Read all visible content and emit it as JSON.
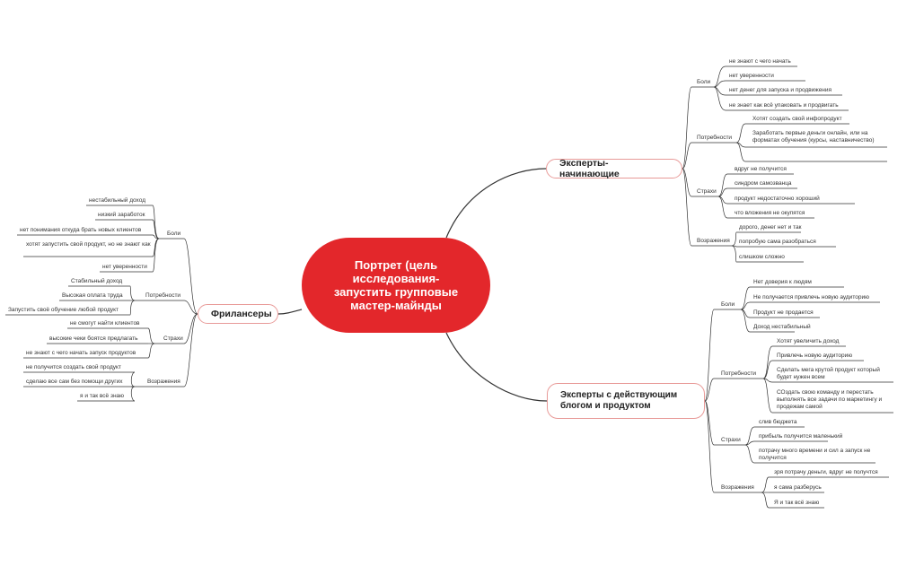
{
  "root": "Портрет (цель исследования- запустить групповые мастер-майнды",
  "branches": {
    "beginners": {
      "title": "Эксперты- начинающие",
      "groups": [
        {
          "label": "Боли",
          "items": [
            "не знают с чего начать",
            "нет уверенности",
            "нет денег для запуска и продвижения",
            "не знает как всё упаковать и продвигать"
          ]
        },
        {
          "label": "Потребности",
          "items": [
            "Хотят создать свой инфопродукт",
            "Заработать первые деньги онлайн, или на форматах обучения (курсы, наставничество)",
            ""
          ]
        },
        {
          "label": "Страхи",
          "items": [
            "вдруг не получится",
            "синдром самозванца",
            "продукт недостаточно хороший",
            "что вложения не окупятся"
          ]
        },
        {
          "label": "Возражения",
          "items": [
            "дорого, денег нет и так",
            "попробую сама разобраться",
            "слишком сложно"
          ]
        }
      ]
    },
    "bloggers": {
      "title": "Эксперты с действующим блогом и продуктом",
      "groups": [
        {
          "label": "Боли",
          "items": [
            "Нет доверия к людям",
            "Не получается привлечь новую аудиторию",
            "Продукт не продается",
            "Доход нестабильный"
          ]
        },
        {
          "label": "Потребности",
          "items": [
            "Хотят увеличить доход",
            "Привлечь новую аудиторию",
            "Сделать мега крутой продукт который будет нужен всем",
            "СОздать свою команду и перестать выполнять все задачи по маркетингу и продежам самой"
          ]
        },
        {
          "label": "Страхи",
          "items": [
            "слив бюджета",
            "прибыль получится маленький",
            "потрачу много времени и сил а запуск не получится"
          ]
        },
        {
          "label": "Возражения",
          "items": [
            "зря потрачу деньги, вдруг не получтся",
            "я сама разберусь",
            "Я и так всё знаю"
          ]
        }
      ]
    },
    "freelancers": {
      "title": "Фрилансеры",
      "groups": [
        {
          "label": "Боли",
          "items": [
            "нестабильный доход",
            "низкий заработок",
            "нет понимания откуда брать новых клиентов",
            "хотят запустить свой продукт, но не знают как",
            "нет уверенности"
          ]
        },
        {
          "label": "Потребности",
          "items": [
            "Стабильный доход",
            "Высокая оплата труда",
            "Запустить своё обучение любой продукт"
          ]
        },
        {
          "label": "Страхи",
          "items": [
            "не смогут найти клиентов",
            "высокие чеки боятся предлагать",
            "не знают с чего начать запуск продуктов"
          ]
        },
        {
          "label": "Возражения",
          "items": [
            "не получится создать свой продукт",
            "сделаю все сам без помощи других",
            "я и так всё знаю"
          ]
        }
      ]
    }
  },
  "colors": {
    "root": "#e3272b",
    "line": "#333333",
    "accent_border": "#e89a98"
  }
}
